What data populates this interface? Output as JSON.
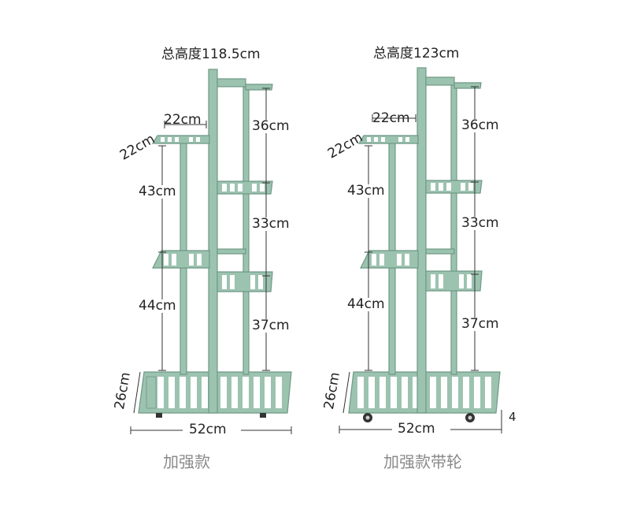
{
  "left": {
    "total_height": "总高度118.5cm",
    "caption": "加强款",
    "dims": {
      "top_depth": "22cm",
      "top_width": "22cm",
      "left_gap_1": "43cm",
      "left_gap_2": "44cm",
      "right_gap_1": "36cm",
      "right_gap_2": "33cm",
      "right_gap_3": "37cm",
      "base_depth": "26cm",
      "base_width": "52cm"
    }
  },
  "right": {
    "total_height": "总高度123cm",
    "caption": "加强款带轮",
    "dims": {
      "top_depth": "22cm",
      "top_width": "22cm",
      "left_gap_1": "43cm",
      "left_gap_2": "44cm",
      "right_gap_1": "36cm",
      "right_gap_2": "33cm",
      "right_gap_3": "37cm",
      "base_depth": "26cm",
      "base_width": "52cm",
      "wheel_height": "4"
    }
  },
  "colors": {
    "frame": "#9cc3b0",
    "frame_edge": "#6e9985",
    "caption": "#8a8a8a"
  }
}
